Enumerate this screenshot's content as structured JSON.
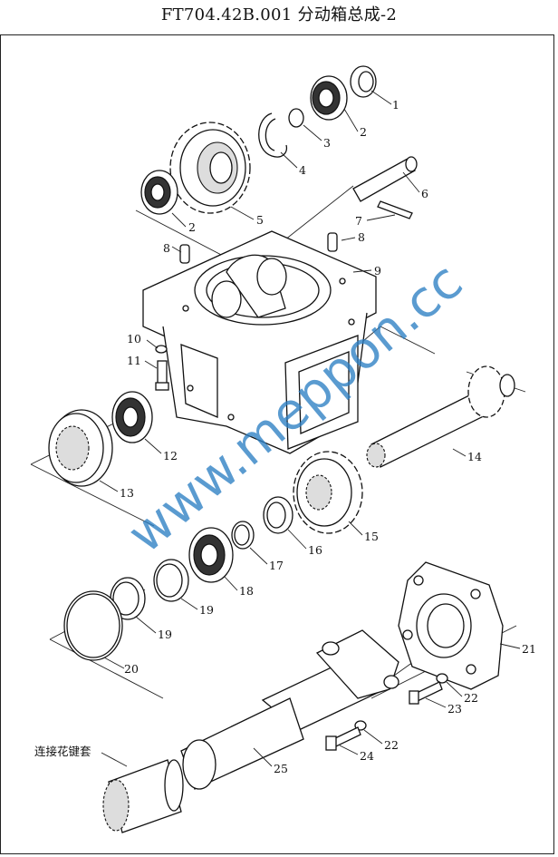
{
  "title": "FT704.42B.001  分动箱总成-2",
  "watermark": "www.meppon.cc",
  "note_label": "连接花键套",
  "labels": [
    "1",
    "2",
    "3",
    "4",
    "6",
    "7",
    "2",
    "5",
    "8",
    "8",
    "9",
    "10",
    "11",
    "12",
    "13",
    "14",
    "15",
    "16",
    "17",
    "18",
    "19",
    "19",
    "20",
    "21",
    "22",
    "23",
    "22",
    "24",
    "25"
  ],
  "colors": {
    "line": "#222222",
    "watermark": "#2c7fc4"
  }
}
